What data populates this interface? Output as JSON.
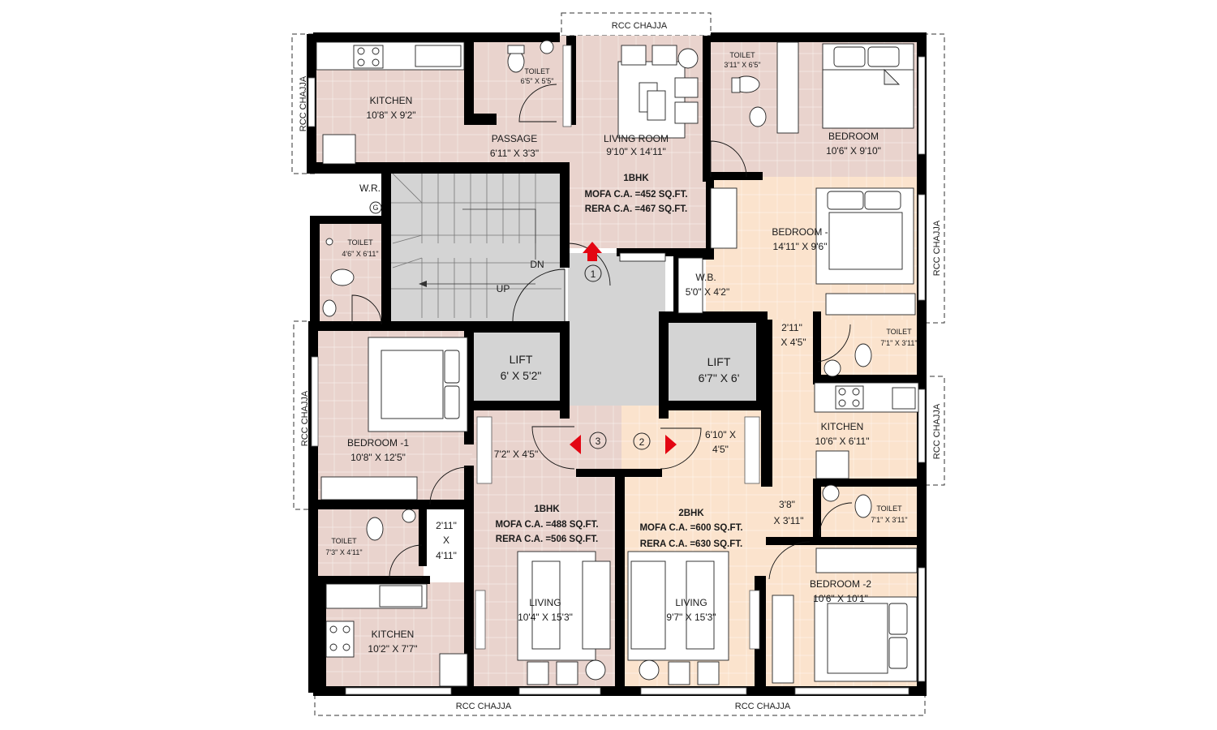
{
  "colors": {
    "rose": "#e9d3cd",
    "peach": "#fbe3cd",
    "grey": "#d4d4d4",
    "wall": "#000000",
    "arrow": "#e30613"
  },
  "rooms": [
    {
      "name": "KITCHEN",
      "dim": "10'8\" X 9'2\""
    },
    {
      "name": "PASSAGE",
      "dim": "6'11\" X 3'3\""
    },
    {
      "name": "TOILET",
      "dim": "6'5\" X 5'5\""
    },
    {
      "name": "LIVING ROOM",
      "dim": "9'10\" X 14'11\""
    },
    {
      "name": "TOILET",
      "dim": "3'11\" X 6'5\""
    },
    {
      "name": "BEDROOM",
      "dim": "10'6\" X 9'10\""
    },
    {
      "name": "BEDROOM -",
      "dim": "14'11\" X 9'6\""
    },
    {
      "name": "TOILET",
      "dim": "4'6\" X 6'11\""
    },
    {
      "name": "W.B.",
      "dim": "5'0\" X 4'2\""
    },
    {
      "name": "LIFT",
      "dim": "6' X 5'2\""
    },
    {
      "name": "LIFT",
      "dim": "6'7\" X 6'"
    },
    {
      "name": "BEDROOM -1",
      "dim": "10'8\" X 12'5\""
    },
    {
      "name": "TOILET",
      "dim": "7'1\" X 3'11\""
    },
    {
      "name": "KITCHEN",
      "dim": "10'6\" X 6'11\""
    },
    {
      "name": "TOILET",
      "dim": "7'1\" X 3'11\""
    },
    {
      "name": "TOILET",
      "dim": "7'3\" X 4'11\""
    },
    {
      "name": "KITCHEN",
      "dim": "10'2\" X 7'7\""
    },
    {
      "name": "LIVING",
      "dim": "10'4\" X 15'3\""
    },
    {
      "name": "LIVING",
      "dim": "9'7\" X 15'3\""
    },
    {
      "name": "BEDROOM -2",
      "dim": "10'6\" X 10'1\""
    }
  ],
  "dims": [
    "2'11\"",
    "X 4'5\"",
    "7'2\" X 4'5\"",
    "6'10\" X",
    "4'5\"",
    "2'11\"",
    "X",
    "4'11\"",
    "3'8\"",
    "X 3'11\""
  ],
  "units": [
    {
      "type": "1BHK",
      "mofa": "MOFA C.A. =452 SQ.FT.",
      "rera": "RERA C.A. =467 SQ.FT."
    },
    {
      "type": "1BHK",
      "mofa": "MOFA C.A. =488 SQ.FT.",
      "rera": "RERA C.A. =506 SQ.FT."
    },
    {
      "type": "2BHK",
      "mofa": "MOFA C.A. =600 SQ.FT.",
      "rera": "RERA C.A. =630 SQ.FT."
    }
  ],
  "chajja": "RCC CHAJJA",
  "wr": "W.R.",
  "wr_symbol": "G",
  "stairs": {
    "up": "UP",
    "dn": "DN"
  },
  "doors": [
    "1",
    "2",
    "3"
  ]
}
